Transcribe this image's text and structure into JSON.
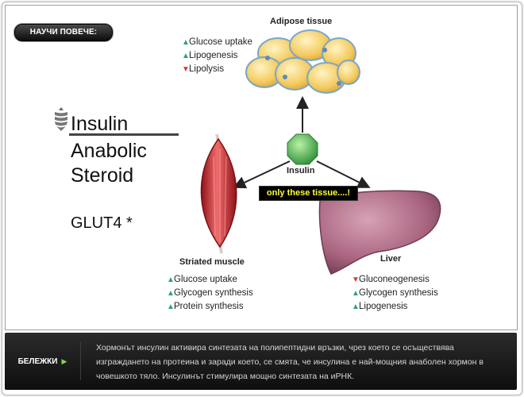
{
  "header": {
    "learn_more_label": "НАУЧИ ПОВЕЧЕ:"
  },
  "slide": {
    "title_lines": [
      "Insulin",
      "Anabolic",
      "Steroid"
    ],
    "glut4": "GLUT4 *",
    "logo": "shield-logo-icon"
  },
  "diagram": {
    "adipose_label": "Adipose tissue",
    "adipose_effects": [
      {
        "dir": "up",
        "text": "Glucose uptake"
      },
      {
        "dir": "up",
        "text": "Lipogenesis"
      },
      {
        "dir": "down",
        "text": "Lipolysis"
      }
    ],
    "insulin_label": "Insulin",
    "callout": "only these tissue....!",
    "muscle_label": "Striated muscle",
    "muscle_effects": [
      {
        "dir": "up",
        "text": "Glucose uptake"
      },
      {
        "dir": "up",
        "text": "Glycogen synthesis"
      },
      {
        "dir": "up",
        "text": "Protein synthesis"
      }
    ],
    "liver_label": "Liver",
    "liver_effects": [
      {
        "dir": "down",
        "text": "Gluconeogenesis"
      },
      {
        "dir": "up",
        "text": "Glycogen synthesis"
      },
      {
        "dir": "up",
        "text": "Lipogenesis"
      }
    ],
    "colors": {
      "up_arrow": "#2e9c8e",
      "down_arrow": "#d63a3a",
      "insulin": "#4caf50",
      "fat": "#f4c95d",
      "muscle": "#d9343b",
      "liver": "#a9647f",
      "callout_text": "#ffff33"
    }
  },
  "notes": {
    "label": "БЕЛЕЖКИ",
    "text": "Хормонът инсулин активира синтезата на полипептидни връзки, чрез което се осъществява изграждането на протеина и заради което, се смята, че инсулина е най-мощния анаболен хормон в човешкото тяло. Инсулинът стимулира мощно синтезата на иРНК."
  }
}
